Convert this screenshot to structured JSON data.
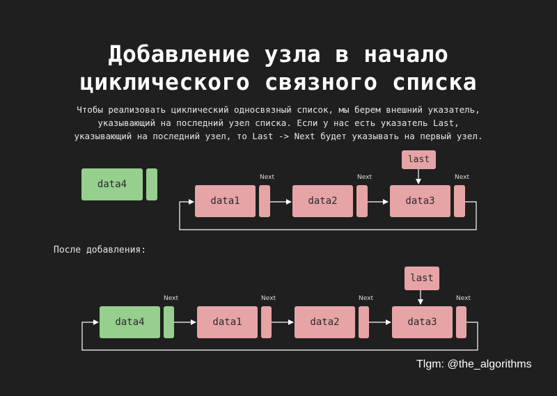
{
  "title": {
    "line1": "Добавление узла в начало",
    "line2": "циклического связного списка"
  },
  "description": {
    "line1": "Чтобы реализовать циклический односвязный список, мы берем внешний указатель,",
    "line2": "указывающий на последний узел списка. Если у нас есть указатель Last,",
    "line3": "указывающий на последний узел, то Last -> Next будет указывать на первый узел."
  },
  "before": {
    "new_node": "data4",
    "nodes": [
      "data1",
      "data2",
      "data3"
    ],
    "next_label": "Next",
    "last_label": "last"
  },
  "after_label": "После добавления:",
  "after": {
    "nodes": [
      "data4",
      "data1",
      "data2",
      "data3"
    ],
    "next_label": "Next",
    "last_label": "last"
  },
  "credit": "Tlgm: @the_algorithms",
  "colors": {
    "background": "#1f1f1f",
    "node_pink": "#e6a4a6",
    "node_green": "#96cf8e",
    "line": "#ffffff"
  }
}
